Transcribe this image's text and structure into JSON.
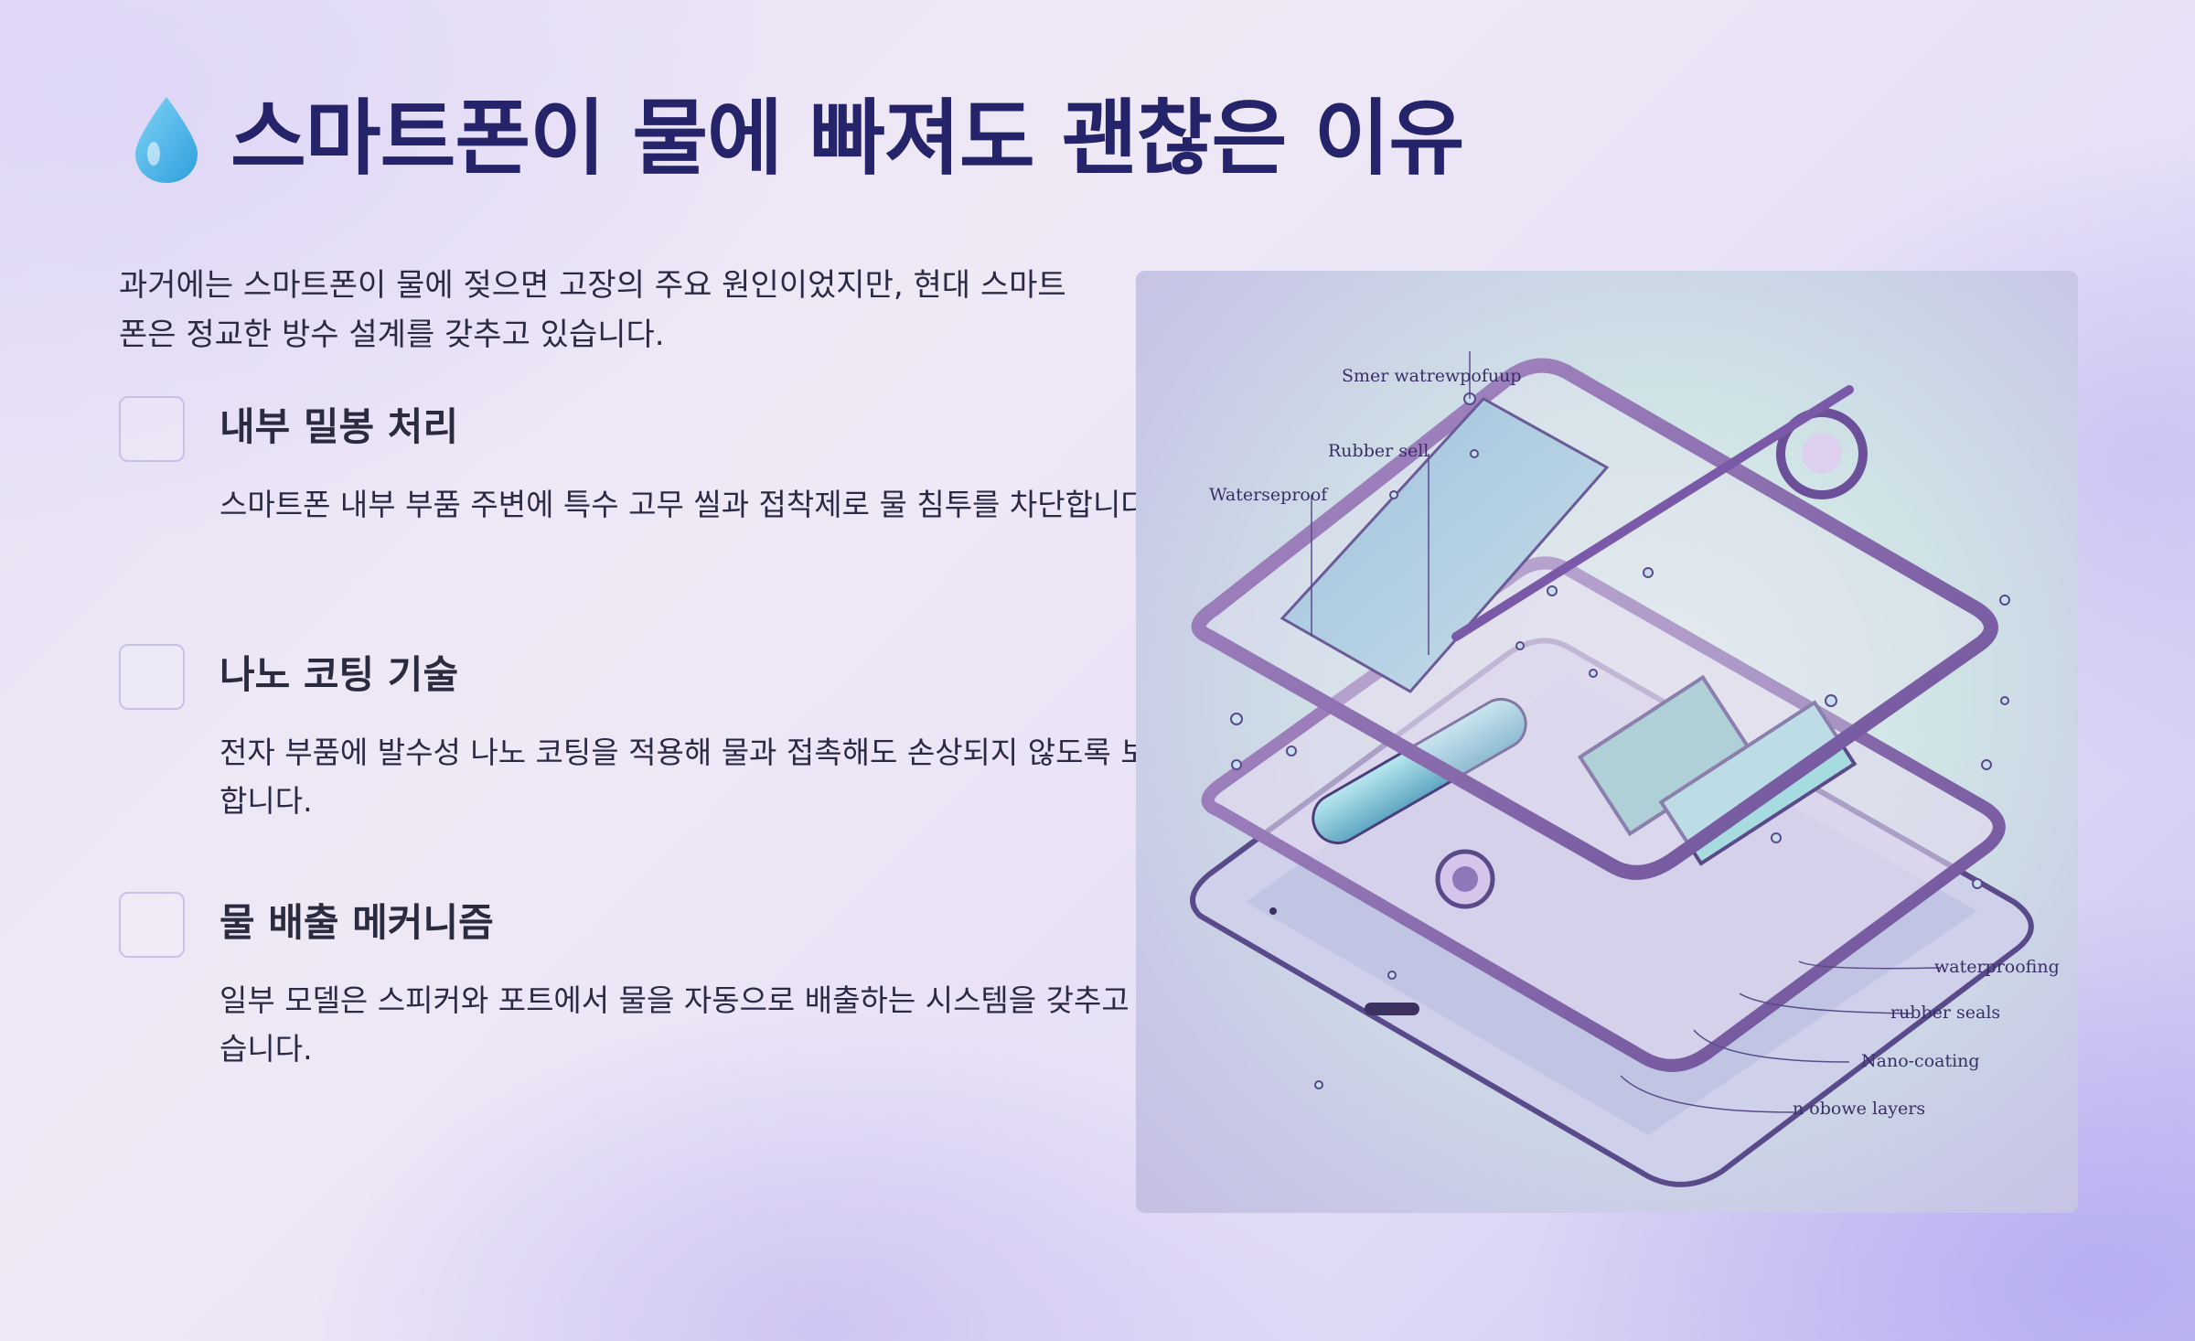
{
  "title": "스마트폰이 물에 빠져도 괜찮은 이유",
  "icon": "water-drop-icon",
  "intro": "과거에는 스마트폰이 물에 젖으면 고장의 주요 원인이었지만, 현대 스마트폰은 정교한 방수 설계를 갖추고 있습니다.",
  "features": [
    {
      "title": "내부 밀봉 처리",
      "description": "스마트폰 내부 부품 주변에 특수 고무 씰과 접착제로 물 침투를 차단합니다."
    },
    {
      "title": "나노 코팅 기술",
      "description": "전자 부품에 발수성 나노 코팅을 적용해 물과 접촉해도 손상되지 않도록 보호합니다."
    },
    {
      "title": "물 배출 메커니즘",
      "description": "일부 모델은 스피커와 포트에서 물을 자동으로 배출하는 시스템을 갖추고 있습니다."
    }
  ],
  "illustration": {
    "labels": {
      "top": "Smer watrewpofuup",
      "rubber_top": "Rubber sell",
      "left": "Waterseproof",
      "waterproofing": "waterproofing",
      "rubber_seals": "rubber seals",
      "nano": "Nano-coating",
      "layers": "n obowe layers"
    }
  },
  "colors": {
    "title": "#25236a",
    "text": "#2a2a44",
    "checkbox_border": "#c9c0e8",
    "drop": "#4fb8e8"
  }
}
